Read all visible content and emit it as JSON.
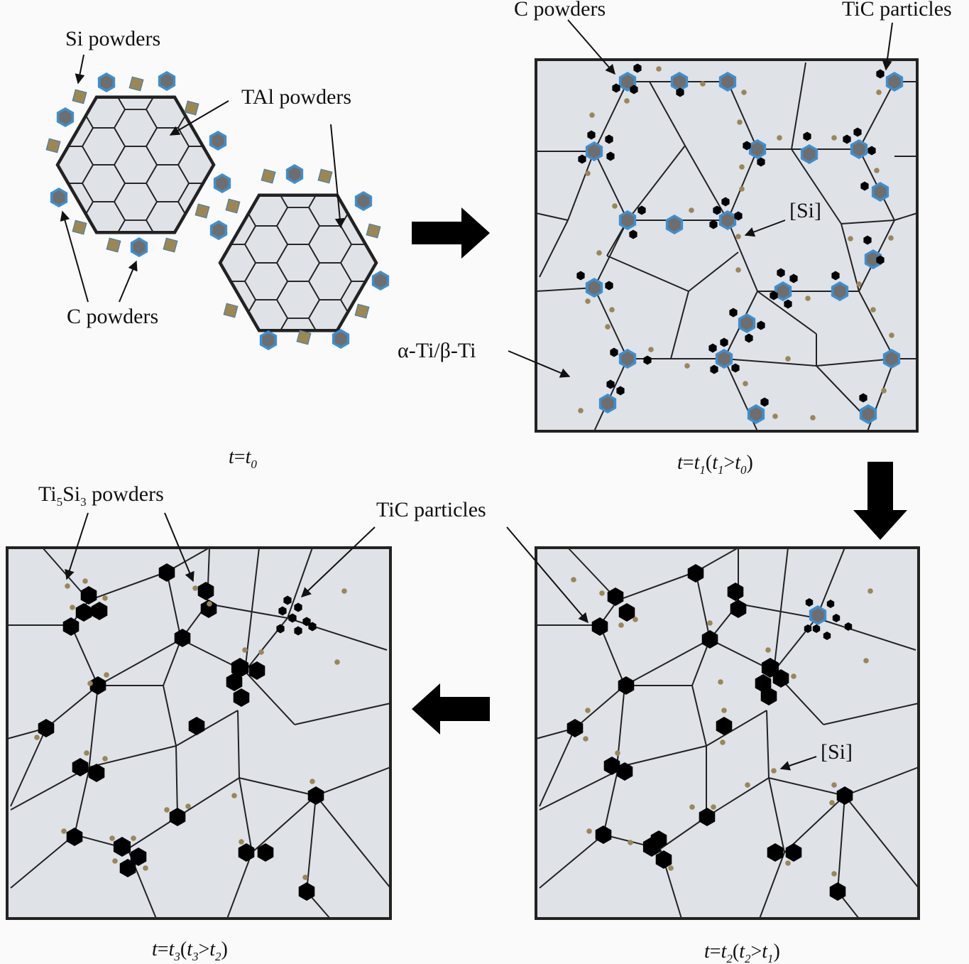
{
  "panel_t0": {
    "si_powders_label": "Si powders",
    "tal_powders_label": "TAl powders",
    "c_powders_label": "C powders",
    "caption": {
      "a": "t",
      "eq": "=",
      "b": "t",
      "b_sub": "0"
    }
  },
  "panel_t1": {
    "c_powders_label": "C powders",
    "tic_particles_label": "TiC particles",
    "si_label": "[Si]",
    "alpha_beta_label": "α-Ti/β-Ti",
    "caption": {
      "a": "t",
      "eq": "=",
      "b": "t",
      "b_sub": "1",
      "open": "(",
      "c": "t",
      "c_sub": "1",
      "gt": ">",
      "d": "t",
      "d_sub": "0",
      "close": ")"
    }
  },
  "panel_t2": {
    "tic_particles_label": "TiC particles",
    "si_label": "[Si]",
    "caption": {
      "a": "t",
      "eq": "=",
      "b": "t",
      "b_sub": "2",
      "open": "(",
      "c": "t",
      "c_sub": "2",
      "gt": ">",
      "d": "t",
      "d_sub": "1",
      "close": ")"
    }
  },
  "panel_t3": {
    "ti5si3_label": {
      "p1": "Ti",
      "s1": "5",
      "p2": "Si",
      "s2": "3",
      "p3": " powders"
    },
    "caption": {
      "a": "t",
      "eq": "=",
      "b": "t",
      "b_sub": "3",
      "open": "(",
      "c": "t",
      "c_sub": "3",
      "gt": ">",
      "d": "t",
      "d_sub": "2",
      "close": ")"
    }
  },
  "colors": {
    "matrix": "#dfe2e7",
    "line": "#222222",
    "tic_outline": "#3d8fd0",
    "tic_fill": "#6e6e6e",
    "si_square": "#9c8753",
    "si_dot": "#9a8658",
    "black": "#000000",
    "background": "#fafafa"
  },
  "icons": [
    "right-arrow-icon",
    "down-arrow-icon",
    "left-arrow-icon",
    "pointer-arrow-icon",
    "hexagon-particle-icon"
  ]
}
